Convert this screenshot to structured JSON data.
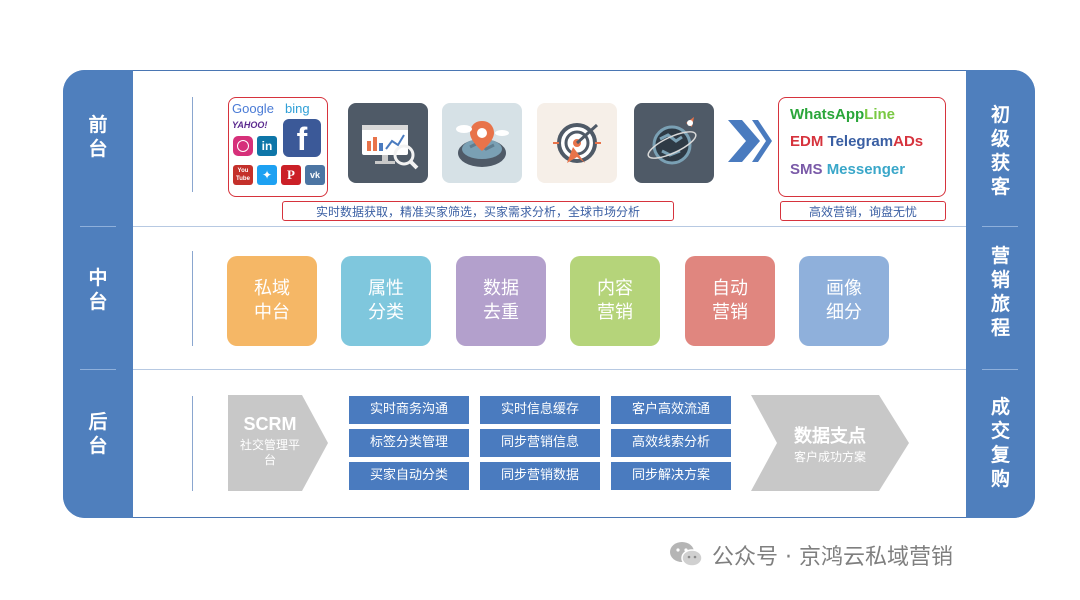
{
  "colors": {
    "bar": "#4f7fbd",
    "tile_private": "#f5b766",
    "tile_attribute": "#7fc7dd",
    "tile_dedupe": "#b3a0cc",
    "tile_content": "#b5d47a",
    "tile_auto": "#e0867f",
    "tile_portrait": "#8fb0db",
    "task_box": "#4a7bbf",
    "arrow_gray": "#c8c8c8"
  },
  "left_labels": [
    "前\n台",
    "中\n台",
    "后\n台"
  ],
  "right_labels": [
    "初\n级\n获\n客",
    "营\n销\n旅\n程",
    "成\n交\n复\n购"
  ],
  "front": {
    "logos": {
      "google": "Google",
      "bing": "bing",
      "yahoo": "YAHOO!",
      "youtube": "You\nTube"
    },
    "icons": [
      "analytics-screen-icon",
      "map-pin-icon",
      "target-icon",
      "globe-rocket-icon"
    ],
    "caption_left": "实时数据获取，精准买家筛选，买家需求分析，全球市场分析",
    "channels": {
      "whatsapp": "WhatsApp",
      "line": "Line",
      "edm": "EDM",
      "telegram": "Telegram",
      "ads": "ADs",
      "sms": "SMS",
      "messenger": "Messenger"
    },
    "caption_right": "高效营销，询盘无忧"
  },
  "middle": {
    "tiles": [
      "私域\n中台",
      "属性\n分类",
      "数据\n去重",
      "内容\n营销",
      "自动\n营销",
      "画像\n细分"
    ]
  },
  "back": {
    "scrm_title": "SCRM",
    "scrm_subtitle": "社交管理平\n台",
    "tasks": [
      "实时商务沟通",
      "实时信息缓存",
      "客户高效流通",
      "标签分类管理",
      "同步营销信息",
      "高效线索分析",
      "买家自动分类",
      "同步营销数据",
      "同步解决方案"
    ],
    "data_title": "数据支点",
    "data_subtitle": "客户成功方案"
  },
  "watermark": "公众号 · 京鸿云私域营销"
}
